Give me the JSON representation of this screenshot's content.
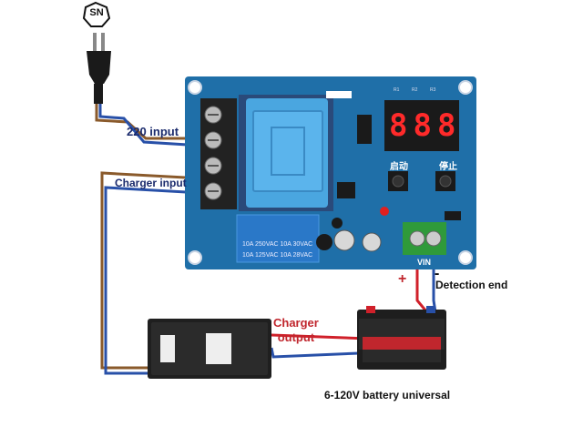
{
  "labels": {
    "input_220": "220 input",
    "charger_input": "Charger input",
    "charger_output_line1": "Charger",
    "charger_output_line2": "output",
    "detection_end": "Detection end",
    "battery": "6-120V battery universal",
    "plus": "+",
    "minus": "-"
  },
  "board": {
    "display": "888",
    "start_button": "启动",
    "stop_button": "停止",
    "vin": "VIN",
    "relay_line1": "10A 250VAC 10A 30VAC",
    "relay_line2": "10A 125VAC 10A 28VAC",
    "r1": "R1",
    "r2": "R2",
    "r3": "R3"
  },
  "logo": {
    "text": "SN"
  },
  "colors": {
    "pcb": "#1f6fa8",
    "wire_brown": "#8a5a2b",
    "wire_blue": "#2850a8",
    "wire_red": "#d0202a",
    "transformer": "#4aa6e0",
    "display_bg": "#1a1a1a",
    "segment": "#ff2a2a",
    "terminal_green": "#2f9a3a"
  }
}
